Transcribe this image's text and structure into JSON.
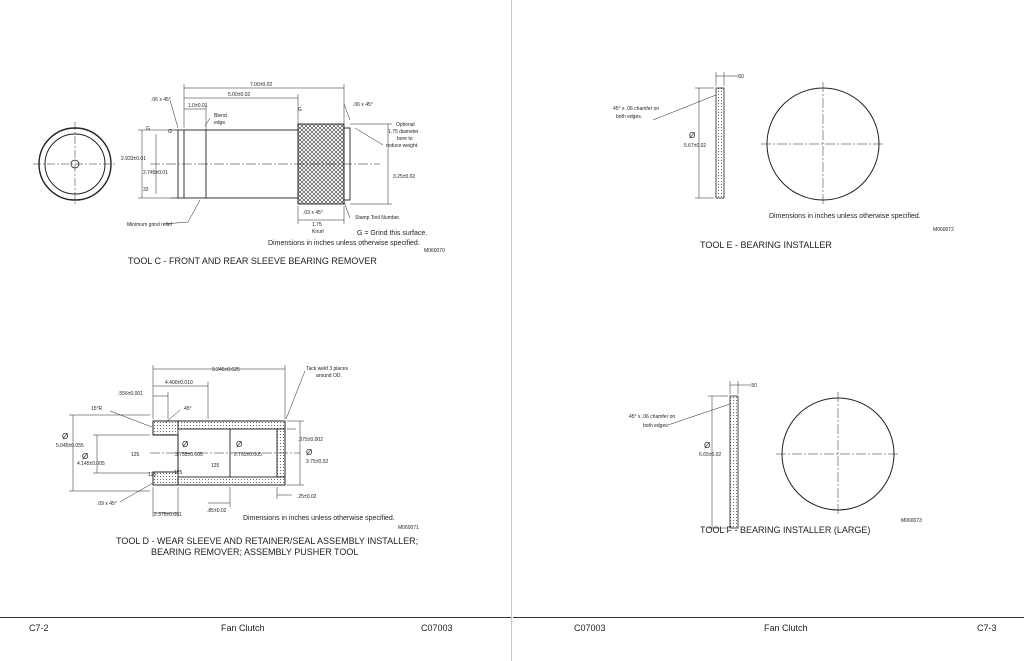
{
  "left_page": {
    "footer": {
      "page": "C7-2",
      "title": "Fan Clutch",
      "doc": "C07003"
    },
    "tool_c": {
      "caption": "TOOL C - FRONT AND REAR SLEEVE BEARING REMOVER",
      "dims": {
        "overall": "7.00±0.02",
        "step": "5.00±0.02",
        "chamfer_left": ".06 x 45°",
        "chamfer_right": ".06 x 45°",
        "shoulder": "1.0±0.01",
        "dia_outer": "2.933±0.01",
        "dia_inner": "2.745±0.01",
        "dia_knurl": "3.25±0.02",
        "finish": "32",
        "knurl_chamfer": ".03 x 45°",
        "knurl_len": "1.75",
        "knurl_word": "Knurl"
      },
      "notes": {
        "blend": [
          "Blend",
          "edge."
        ],
        "optional": [
          "Optional",
          "1.75 diameter",
          "bore to",
          "reduce weight."
        ],
        "grind_relief": "Minimum grind relief",
        "stamp": "Stamp Tool Number.",
        "grind_mark": "G",
        "grind_note": "G = Grind this surface.",
        "dimensions": "Dimensions in inches unless otherwise specified.",
        "fig": "M060070"
      }
    },
    "tool_d": {
      "caption_line1": "TOOL D - WEAR SLEEVE AND RETAINER/SEAL ASSEMBLY INSTALLER;",
      "caption_line2": "BEARING REMOVER; ASSEMBLY PUSHER TOOL",
      "dims": {
        "overall": "9.245±0.025",
        "step": "4.400±0.010",
        "lip": ".556±0.001",
        "radius": "15°R",
        "angle": "45°",
        "dia_outer": "5.045±0.055",
        "dia_2": "4.145±0.005",
        "dia_3": "3.755±0.005",
        "dia_4": "2.765±0.005",
        "dia_5": "3.75±0.02",
        "wall_right": ".375±0.002",
        "r125a": "125",
        "r125b": "125",
        "r125c": "125",
        "r125d": "125",
        "chamfer": ".09 x 45°",
        "bottom_1": "2.375±0.001",
        "bottom_2": ".85±0.02",
        "bottom_3": ".25±0.02",
        "dia_symbol": "Ø"
      },
      "notes": {
        "tack": [
          "Tack weld 3 places",
          "around OD."
        ],
        "dimensions": "Dimensions in inches unless otherwise specified.",
        "fig": "M060071"
      }
    }
  },
  "right_page": {
    "footer": {
      "doc": "C07003",
      "title": "Fan Clutch",
      "page": "C7-3"
    },
    "tool_e": {
      "caption": "TOOL E - BEARING INSTALLER",
      "thickness": ".50",
      "chamfer_note": [
        "45° x .06 chamfer on",
        "both edges."
      ],
      "diameter": "5.67±0.02",
      "dimensions": "Dimensions in inches unless otherwise specified.",
      "fig": "M060072"
    },
    "tool_f": {
      "caption": "TOOL F - BEARING INSTALLER (LARGE)",
      "thickness": ".50",
      "chamfer_note": [
        "45° x .06 chamfer on",
        "both edges."
      ],
      "diameter": "6.65±0.02",
      "fig": "M060073"
    }
  }
}
